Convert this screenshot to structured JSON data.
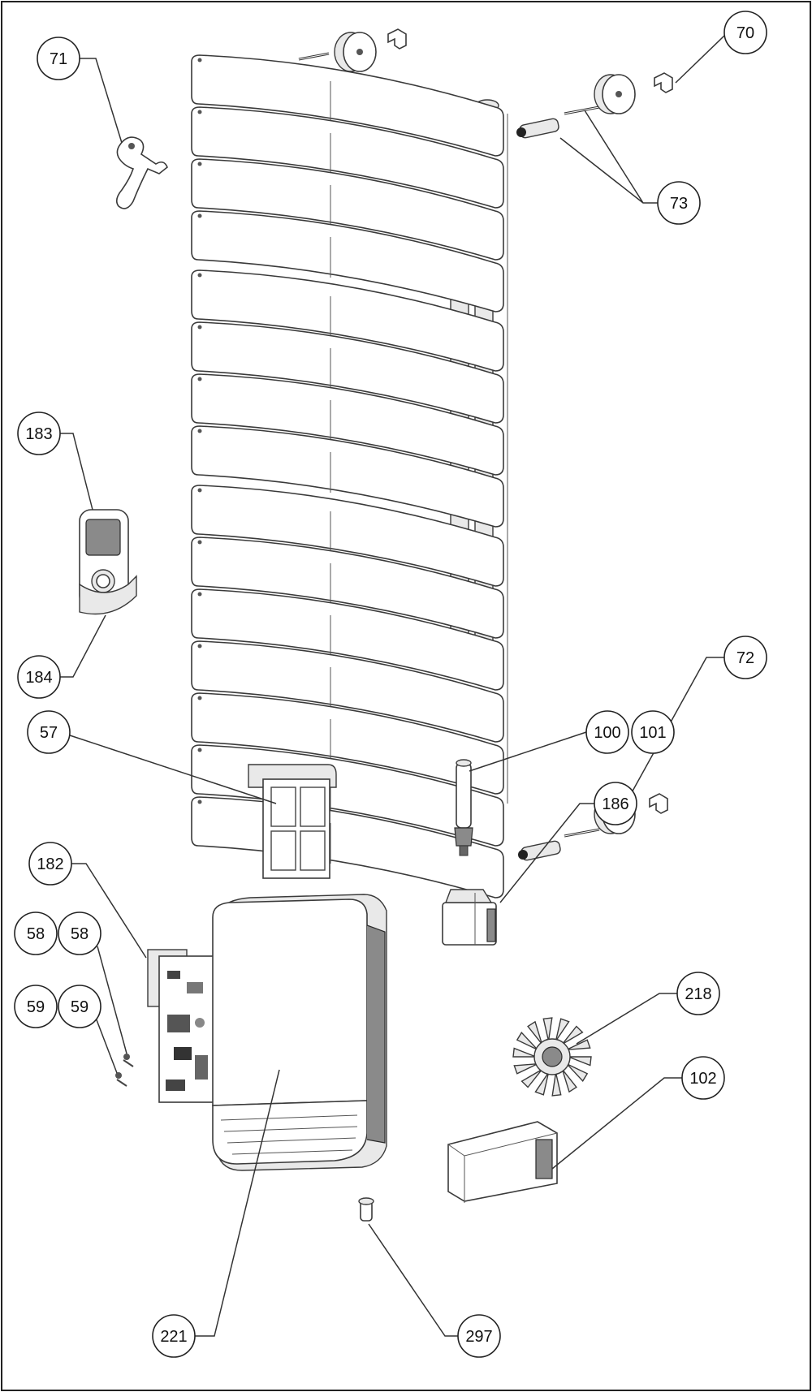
{
  "callouts": [
    {
      "id": "c70",
      "label": "70"
    },
    {
      "id": "c71",
      "label": "71"
    },
    {
      "id": "c73",
      "label": "73"
    },
    {
      "id": "c183",
      "label": "183"
    },
    {
      "id": "c184",
      "label": "184"
    },
    {
      "id": "c72",
      "label": "72"
    },
    {
      "id": "c57",
      "label": "57"
    },
    {
      "id": "c100",
      "label": "100"
    },
    {
      "id": "c101",
      "label": "101"
    },
    {
      "id": "c186",
      "label": "186"
    },
    {
      "id": "c182",
      "label": "182"
    },
    {
      "id": "c58a",
      "label": "58"
    },
    {
      "id": "c58b",
      "label": "58"
    },
    {
      "id": "c59a",
      "label": "59"
    },
    {
      "id": "c59b",
      "label": "59"
    },
    {
      "id": "c218",
      "label": "218"
    },
    {
      "id": "c102",
      "label": "102"
    },
    {
      "id": "c221",
      "label": "221"
    },
    {
      "id": "c297",
      "label": "297"
    }
  ]
}
